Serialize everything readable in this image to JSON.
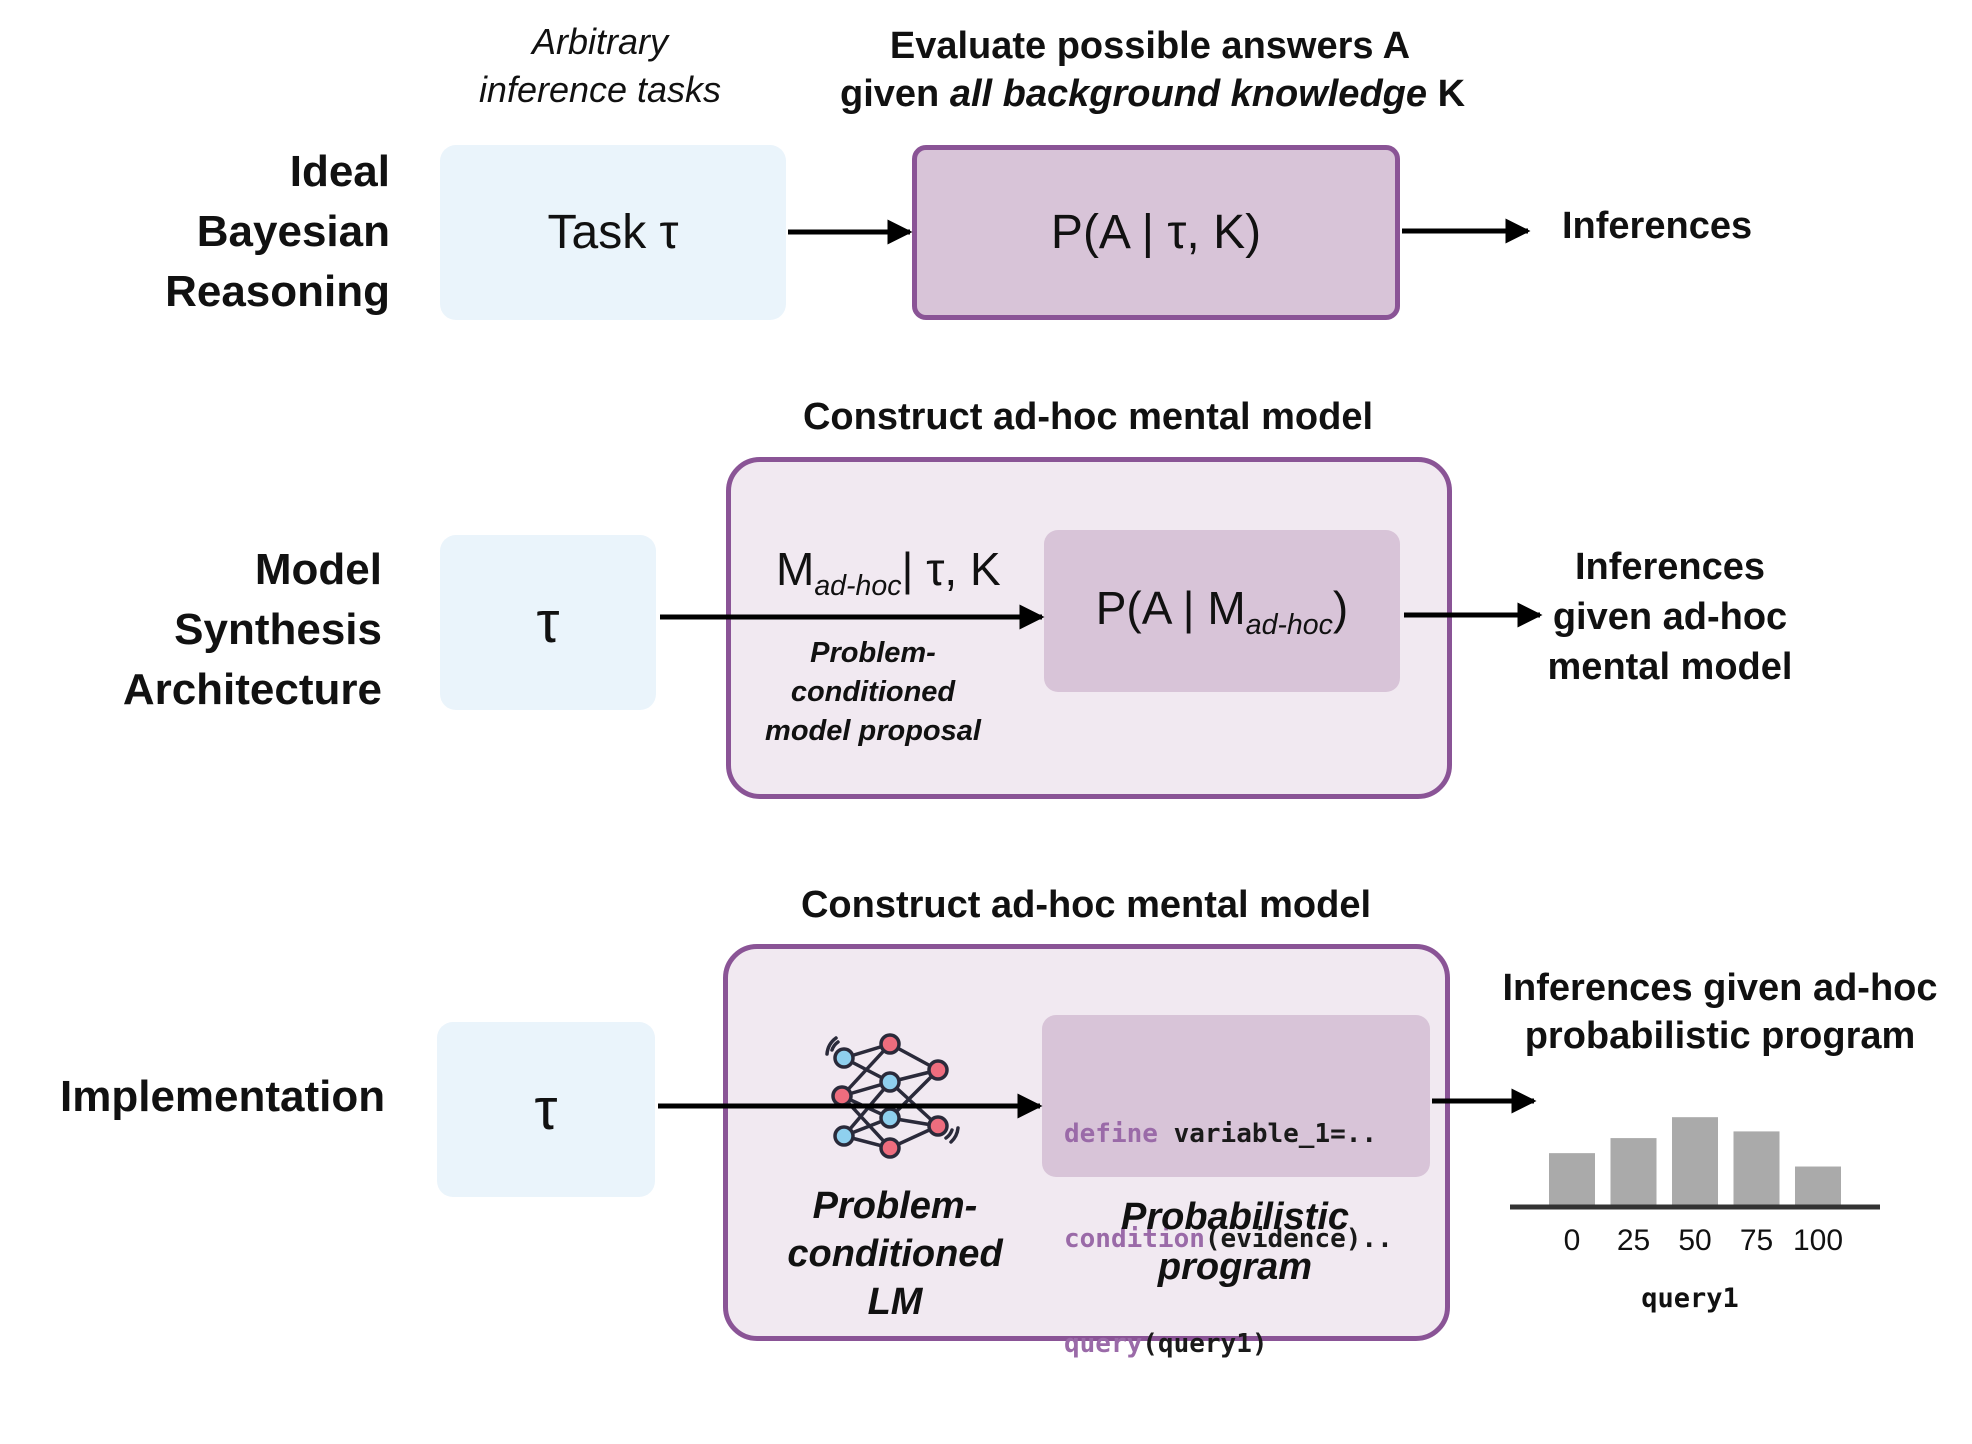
{
  "row1": {
    "label_lines": [
      "Ideal",
      "Bayesian",
      "Reasoning"
    ],
    "annotation_lines": [
      "Arbitrary",
      "inference tasks"
    ],
    "heading_line1": "Evaluate possible answers A",
    "heading_line2_prefix": "given ",
    "heading_line2_emph": "all background knowledge",
    "heading_line2_suffix": " K",
    "task_text": "Task τ",
    "formula": "P(A | τ, K)",
    "output": "Inferences"
  },
  "row2": {
    "label_lines": [
      "Model",
      "Synthesis",
      "Architecture"
    ],
    "task_text": "τ",
    "heading": "Construct ad-hoc mental model",
    "proposal_main": "M",
    "proposal_sub": "ad-hoc",
    "proposal_rest": "| τ, K",
    "proposal_caption_lines": [
      "Problem-",
      "conditioned",
      "model proposal"
    ],
    "formula_prefix": "P(A |  M",
    "formula_sub": "ad-hoc",
    "formula_suffix": ")",
    "output_lines": [
      "Inferences",
      "given ad-hoc",
      "mental model"
    ]
  },
  "row3": {
    "label": "Implementation",
    "task_text": "τ",
    "heading": "Construct ad-hoc mental model",
    "code_lines": [
      {
        "kw": "define",
        "text": " variable_1=.."
      },
      {
        "kw": "condition",
        "text": "(evidence).."
      },
      {
        "kw": "query",
        "text": "(query1)"
      }
    ],
    "lm_caption_lines": [
      "Problem-",
      "conditioned",
      "LM"
    ],
    "program_caption_lines": [
      "Probabilistic",
      "program"
    ],
    "output_lines": [
      "Inferences given ad-hoc",
      "probabilistic program"
    ],
    "icon": "neural-network-icon"
  },
  "colors": {
    "blue_box": "#eaf4fb",
    "outer_fill": "#f1e9f1",
    "outer_border": "#8a5496",
    "inner_fill": "#d8c4d8",
    "bar_fill": "#aaaaaa",
    "code_keyword": "#9a6aa8"
  },
  "chart_data": {
    "type": "bar",
    "categories": [
      "0",
      "25",
      "50",
      "75",
      "100"
    ],
    "values": [
      0.62,
      0.8,
      1.05,
      0.88,
      0.46
    ],
    "xlabel": "query1",
    "ylabel": "",
    "ylim": [
      0,
      1.1
    ],
    "grid": false
  }
}
